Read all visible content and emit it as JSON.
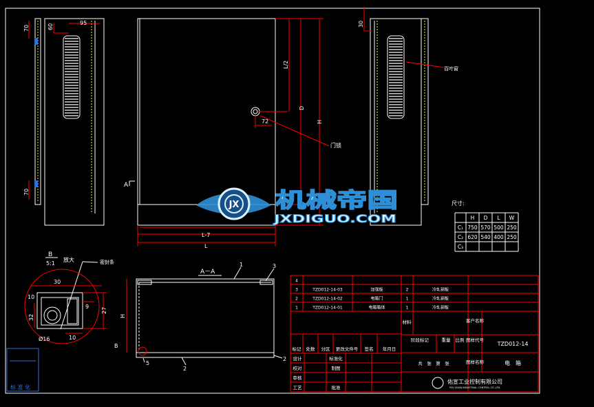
{
  "colors": {
    "background": "#000000",
    "outline": "#ffffff",
    "dimension": "#ff0000",
    "text": "#ffffff",
    "hatch": "#ffff00",
    "accent": "#00ffff",
    "logo_blue": "#2f8fd6",
    "logo_text": "#d9f3ff"
  },
  "side_view_left": {
    "dims": [
      "70",
      "60",
      "95",
      "70"
    ]
  },
  "front_view": {
    "dims": {
      "half_length": "L/2",
      "depth": "D",
      "height": "H",
      "knob_offset": "72",
      "width_inner": "L-7",
      "width": "L"
    },
    "section_mark": "A",
    "knob_label": "门锁"
  },
  "side_view_right": {
    "top_dim": "30",
    "louver_label": "百叶窗"
  },
  "detail_b": {
    "title": "B",
    "scale": "5:1",
    "enlarge": "放大",
    "callout": "密封条",
    "dims": [
      "30",
      "10",
      "9",
      "32",
      "27",
      "Ø16",
      "10"
    ]
  },
  "section_aa": {
    "title": "A－A",
    "balloons": [
      "1",
      "3",
      "B",
      "5",
      "2",
      "2"
    ],
    "height_label": "H"
  },
  "dims_table": {
    "title": "尺寸:",
    "headers": [
      "",
      "H",
      "D",
      "L",
      "W"
    ],
    "rows": [
      [
        "C₁",
        "750",
        "570",
        "500",
        "250"
      ],
      [
        "C₂",
        "620",
        "540",
        "400",
        "250"
      ],
      [
        "C₃",
        "",
        "",
        "",
        ""
      ]
    ]
  },
  "watermark": {
    "text": "机械帝国",
    "url": "JXDIGUO.COM",
    "badge": "JX"
  },
  "parts_list": [
    {
      "no": "4",
      "code": "",
      "name": "",
      "qty": "",
      "material": ""
    },
    {
      "no": "3",
      "code": "TZD012-14-03",
      "name": "加强板",
      "qty": "2",
      "material": "冷轧钢板"
    },
    {
      "no": "2",
      "code": "TZD012-14-02",
      "name": "电箱门",
      "qty": "1",
      "material": "冷轧钢板"
    },
    {
      "no": "1",
      "code": "TZD012-14-01",
      "name": "电箱箱体",
      "qty": "1",
      "material": "冷轧钢板"
    }
  ],
  "title_block": {
    "material_label": "材料",
    "client_label": "客户名称",
    "stage_label": "阶段标记",
    "weight_label": "重量",
    "scale_label": "比例",
    "drawing_no_label": "图样代号",
    "drawing_no": "TZD012-14",
    "drawing_name_label": "图样名称",
    "drawing_name": "电　箱",
    "sheet_text": "共　张　第　张",
    "company": "佑宣工业控制有限公司",
    "company_en": "YOU XUAN INDUSTRIAL CONTROL CO.,LTD.",
    "revision_headers": [
      "标记",
      "处数",
      "分区",
      "更改文件号",
      "签名",
      "年月日"
    ],
    "roles": [
      "设计",
      "校对",
      "审核",
      "工艺"
    ],
    "roles2": [
      "标准化",
      "",
      "",
      "批准"
    ],
    "roles3": [
      "",
      "制图",
      "",
      ""
    ]
  },
  "stamp_label": "标 准 化"
}
